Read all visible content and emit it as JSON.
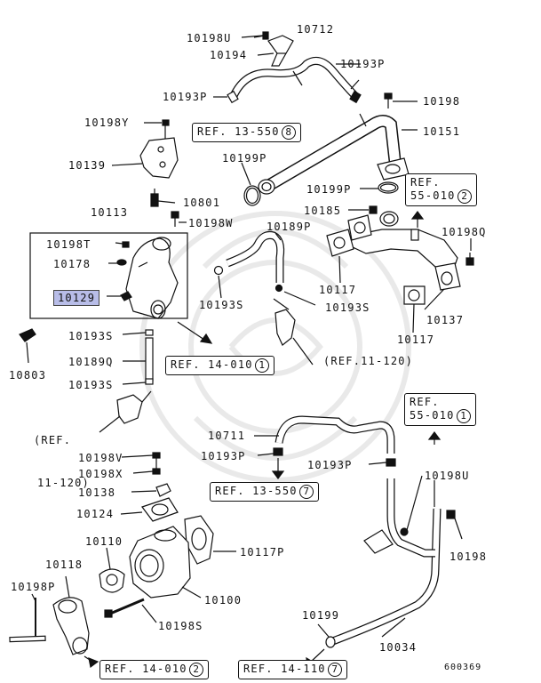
{
  "colors": {
    "line": "#111111",
    "highlight": "#b8bde8",
    "watermark": "#e6e6e6"
  },
  "parts": {
    "p10198U_top": "10198U",
    "p10712": "10712",
    "p10194": "10194",
    "p10193P_a": "10193P",
    "p10193P_b": "10193P",
    "p10198_top": "10198",
    "p10198Y": "10198Y",
    "p10151": "10151",
    "p10139": "10139",
    "p10199P_a": "10199P",
    "p10199P_b": "10199P",
    "p10801": "10801",
    "p10113": "10113",
    "p10198W": "10198W",
    "p10185": "10185",
    "p10198Q": "10198Q",
    "p10189P": "10189P",
    "p10198T": "10198T",
    "p10178": "10178",
    "p10129": "10129",
    "p10117_a": "10117",
    "p10193S_a": "10193S",
    "p10193S_b": "10193S",
    "p10137": "10137",
    "p10117_b": "10117",
    "p10803": "10803",
    "p10193S_c": "10193S",
    "p10189Q": "10189Q",
    "p10193S_d": "10193S",
    "p10711": "10711",
    "p10198V": "10198V",
    "p10193P_c": "10193P",
    "p10193P_d": "10193P",
    "p10198X": "10198X",
    "p10198U_b": "10198U",
    "p10138": "10138",
    "p10124": "10124",
    "p10110": "10110",
    "p10117P": "10117P",
    "p10118": "10118",
    "p10198": "10198",
    "p10198P": "10198P",
    "p10100": "10100",
    "p10198S": "10198S",
    "p10199": "10199",
    "p10034": "10034"
  },
  "refs": {
    "r13_550_8": {
      "text": "REF. 13-550",
      "num": "8"
    },
    "r55_010_2": {
      "line1": "REF.",
      "line2": "55-010",
      "num": "2"
    },
    "r14_010_1": {
      "text": "REF. 14-010",
      "num": "1"
    },
    "r11_120_a": {
      "text": "(REF.11-120)"
    },
    "r11_120_b": {
      "line1": "(REF.",
      "line2": "11-120)"
    },
    "r55_010_1": {
      "line1": "REF.",
      "line2": "55-010",
      "num": "1"
    },
    "r13_550_7": {
      "text": "REF. 13-550",
      "num": "7"
    },
    "r14_010_2": {
      "text": "REF. 14-010",
      "num": "2"
    },
    "r14_110_7": {
      "text": "REF. 14-110",
      "num": "7"
    }
  },
  "figure_number": "600369"
}
